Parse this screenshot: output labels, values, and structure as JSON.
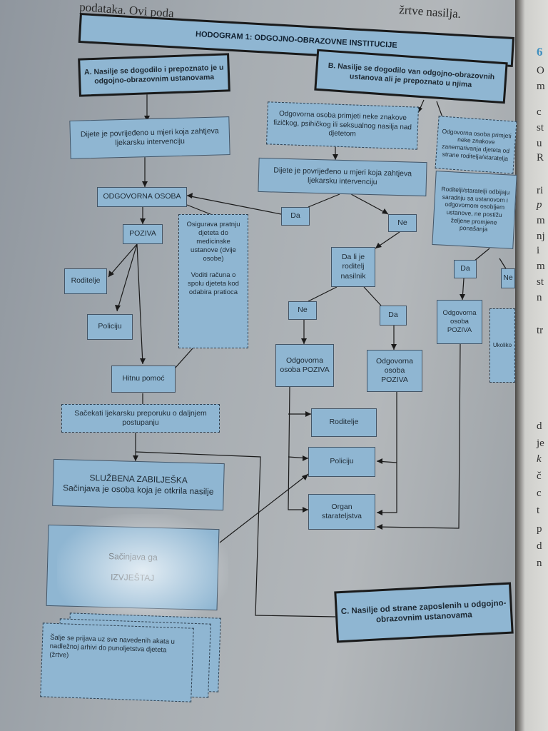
{
  "page_top_text": {
    "line_left": "podataka. Ovi poda",
    "line_right": "žrtve nasilja."
  },
  "title": "HODOGRAM 1: ODGOJNO-OBRAZOVNE INSTITUCIJE",
  "section_a": "A. Nasilje se dogodilo i prepoznato je u odgojno-obrazovnim ustanovama",
  "section_b": "B. Nasilje se dogodilo van odgojno-obrazovnih ustanova ali je prepoznato u njima",
  "section_c": "C. Nasilje od strane zaposlenih u odgojno-obrazovnim ustanovama",
  "left_branch": {
    "injury": "Dijete je povrijeđeno u mjeri koja zahtjeva ljekarsku intervenciju",
    "responsible": "ODGOVORNA OSOBA",
    "calls": "POZIVA",
    "parents": "Roditelje",
    "police": "Policiju",
    "ambulance": "Hitnu pomoć",
    "escort_note_1": "Osigurava pratnju djeteta do medicinske ustanove (dvije osobe)",
    "escort_note_2": "Voditi računa o spolu djeteta kod odabira pratioca",
    "await_advice": "Sačekati ljekarsku preporuku o daljnjem postupanju",
    "official_note_title": "SLUŽBENA ZABILJEŠKA",
    "official_note_text": "Sačinjava je osoba koja je otkrila nasilje",
    "glare_box_text": "Sačinjava ga",
    "report_label": "IZVJEŠTAJ",
    "stack_text": "Šalje se prijava uz sve navedenih akata u nadležnoj arhivi do punoljetstva djeteta (žrtve)"
  },
  "middle_branch": {
    "noticed": "Odgovorna osoba primjeti neke znakove fizičkog, psihičkog ili seksualnog nasilja nad djetetom",
    "injury": "Dijete je povrijeđeno u mjeri koja zahtjeva ljekarsku intervenciju",
    "yes": "Da",
    "no": "Ne",
    "parent_abuser": "Da li je roditelj nasilnik",
    "no_2": "Ne",
    "yes_2": "Da",
    "resp_calls_1": "Odgovorna osoba POZIVA",
    "resp_calls_2": "Odgovorna osoba POZIVA",
    "parents": "Roditelje",
    "police": "Policiju",
    "guardianship": "Organ starateljstva"
  },
  "right_branch": {
    "neglect": "Odgovorna osoba primjeti neke znakove zanemarivanja djeteta od strane roditelja/staratelja",
    "refuse": "Roditelji/staratelji odbijaju saradnju sa ustanovom i odgovornom osobljem ustanove, ne postižu željene promjene ponašanja",
    "yes": "Da",
    "no": "Ne",
    "resp_calls": "Odgovorna osoba POZIVA",
    "partial": "Ukoliko"
  },
  "side_letters": [
    "6",
    "O",
    "m",
    "c",
    "st",
    "u",
    "R",
    "ri",
    "p",
    "m",
    "nj",
    "i",
    "m",
    "st",
    "n",
    "tr",
    "d",
    "je",
    "k",
    "č",
    "c",
    "t",
    "p",
    "d",
    "n"
  ],
  "colors": {
    "box_fill": "#8fb6d2",
    "page": "#a7adb2",
    "line": "#1a1a1a"
  }
}
